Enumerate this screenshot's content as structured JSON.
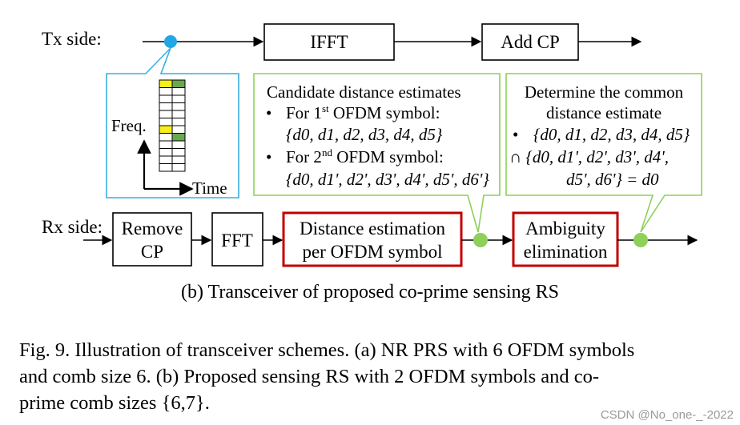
{
  "tx_label": "Tx side:",
  "rx_label": "Rx side:",
  "blocks": {
    "ifft": "IFFT",
    "add_cp": "Add CP",
    "remove_cp_1": "Remove",
    "remove_cp_2": "CP",
    "fft": "FFT",
    "dist_est_1": "Distance estimation",
    "dist_est_2": "per OFDM symbol",
    "ambiguity_1": "Ambiguity",
    "ambiguity_2": "elimination"
  },
  "grid": {
    "freq_label": "Freq.",
    "time_label": "Time"
  },
  "candidate": {
    "title": "Candidate distance estimates",
    "first_prefix": "For 1",
    "first_sup": "st",
    "first_suffix": " OFDM symbol:",
    "set1": "{d0, d1, d2, d3, d4, d5}",
    "second_prefix": "For 2",
    "second_sup": "nd",
    "second_suffix": " OFDM symbol:",
    "set2": "{d0, d1', d2', d3', d4', d5', d6'}"
  },
  "common": {
    "title_1": "Determine the common",
    "title_2": "distance estimate",
    "line1": "{d0, d1, d2, d3, d4, d5}",
    "line2": "∩ {d0, d1', d2', d3', d4',",
    "line3": "d5', d6'} = d0"
  },
  "colors": {
    "blue_box": "#3aaee0",
    "blue_dot": "#1ea8e6",
    "green_box": "#8ed05a",
    "green_dot": "#8ed05a",
    "red_box": "#c00000",
    "grid_yellow": "#f7ef1c",
    "grid_green": "#6aa84f"
  },
  "subcaption": "(b)  Transceiver of proposed co-prime sensing RS",
  "caption_lines": [
    "Fig. 9.  Illustration of transceiver schemes. (a) NR PRS with 6 OFDM symbols",
    "and comb size 6. (b) Proposed sensing RS with 2 OFDM symbols and co-",
    "prime comb sizes {6,7}."
  ],
  "watermark": "CSDN @No_one-_-2022"
}
